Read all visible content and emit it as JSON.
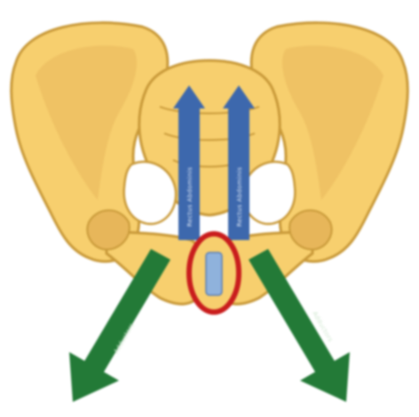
{
  "diagram": {
    "colors": {
      "bone_fill": "#f7cf6e",
      "bone_outline": "#c99a3a",
      "bone_shade": "#e7b65a",
      "blue_arrow": "#3d68ad",
      "green_arrow": "#237a37",
      "highlight_ring": "#c91d1d",
      "highlight_core": "#8fb2dc",
      "background": "#ffffff"
    },
    "labels": {
      "left_blue_arrow": "Rectus Abdominis",
      "right_blue_arrow": "Rectus Abdominis",
      "left_green_arrow": "Adductors",
      "right_green_arrow": "Adductors"
    },
    "icons": {
      "pelvis": "pelvis-bone-icon",
      "pubic_symphysis_marker": "circle-highlight-icon"
    }
  }
}
